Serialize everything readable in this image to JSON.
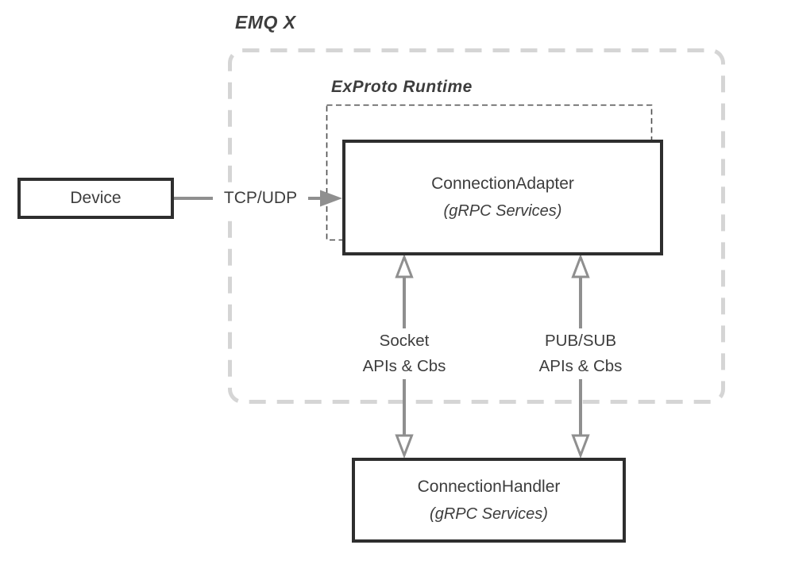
{
  "diagram": {
    "outer_label": "EMQ X",
    "runtime_label": "ExProto Runtime",
    "nodes": {
      "device": {
        "label": "Device"
      },
      "adapter": {
        "title": "ConnectionAdapter",
        "subtitle": "(gRPC Services)"
      },
      "handler": {
        "title": "ConnectionHandler",
        "subtitle": "(gRPC Services)"
      }
    },
    "edges": {
      "tcp_udp": {
        "label": "TCP/UDP"
      },
      "socket": {
        "line1": "Socket",
        "line2": "APIs & Cbs"
      },
      "pubsub": {
        "line1": "PUB/SUB",
        "line2": "APIs & Cbs"
      }
    },
    "colors": {
      "background": "#ffffff",
      "box_border": "#2e2e2e",
      "text": "#3d3d3d",
      "arrow": "#8f8f8f",
      "outer_dash": "#d5d5d5",
      "inner_dash": "#4d4d4d"
    }
  }
}
